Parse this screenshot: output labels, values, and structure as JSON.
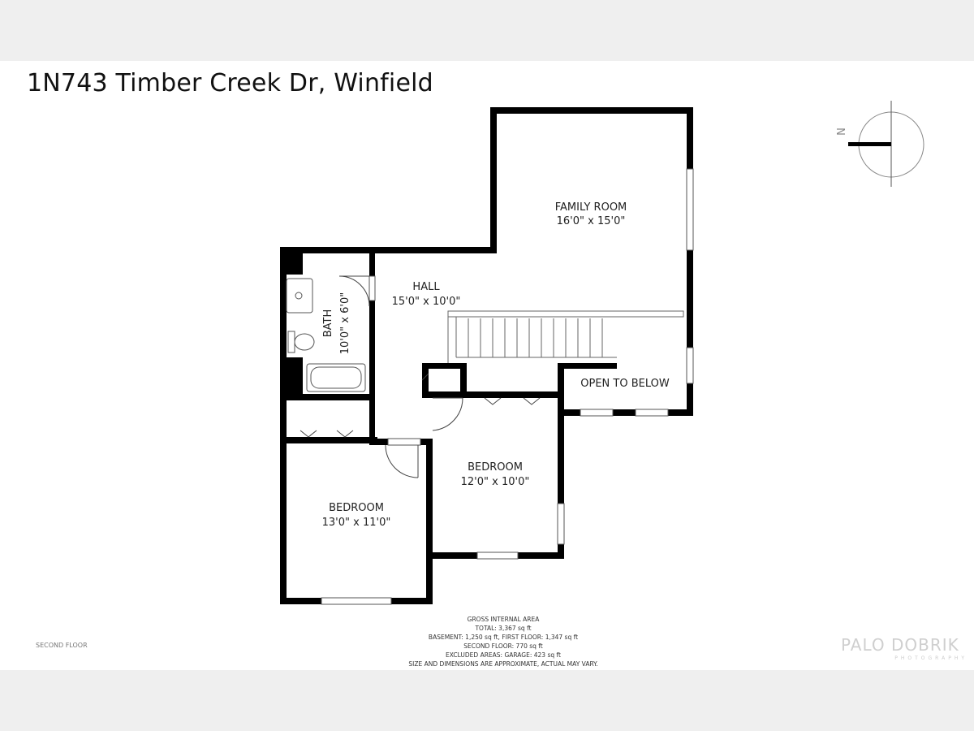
{
  "title": "1N743 Timber Creek Dr, Winfield",
  "compass": {
    "label": "N"
  },
  "rooms": [
    {
      "name": "FAMILY ROOM",
      "size": "16'0\" x 15'0\""
    },
    {
      "name": "HALL",
      "size": "15'0\" x 10'0\""
    },
    {
      "name": "BATH",
      "size": "10'0\" x 6'0\""
    },
    {
      "name": "OPEN TO BELOW",
      "size": ""
    },
    {
      "name": "BEDROOM",
      "size": "12'0\" x 10'0\""
    },
    {
      "name": "BEDROOM",
      "size": "13'0\" x 11'0\""
    }
  ],
  "floor_label": "SECOND FLOOR",
  "area": {
    "heading": "GROSS INTERNAL AREA",
    "total": "TOTAL: 3,367 sq ft",
    "basement_first": "BASEMENT: 1,250 sq ft, FIRST FLOOR: 1,347 sq ft",
    "second": "SECOND FLOOR: 770 sq ft",
    "excluded": "EXCLUDED AREAS: GARAGE: 423 sq ft",
    "disclaimer": "SIZE AND DIMENSIONS ARE APPROXIMATE, ACTUAL MAY VARY."
  },
  "logo": {
    "main": "PALO DOBRIK",
    "sub": "PHOTOGRAPHY"
  }
}
